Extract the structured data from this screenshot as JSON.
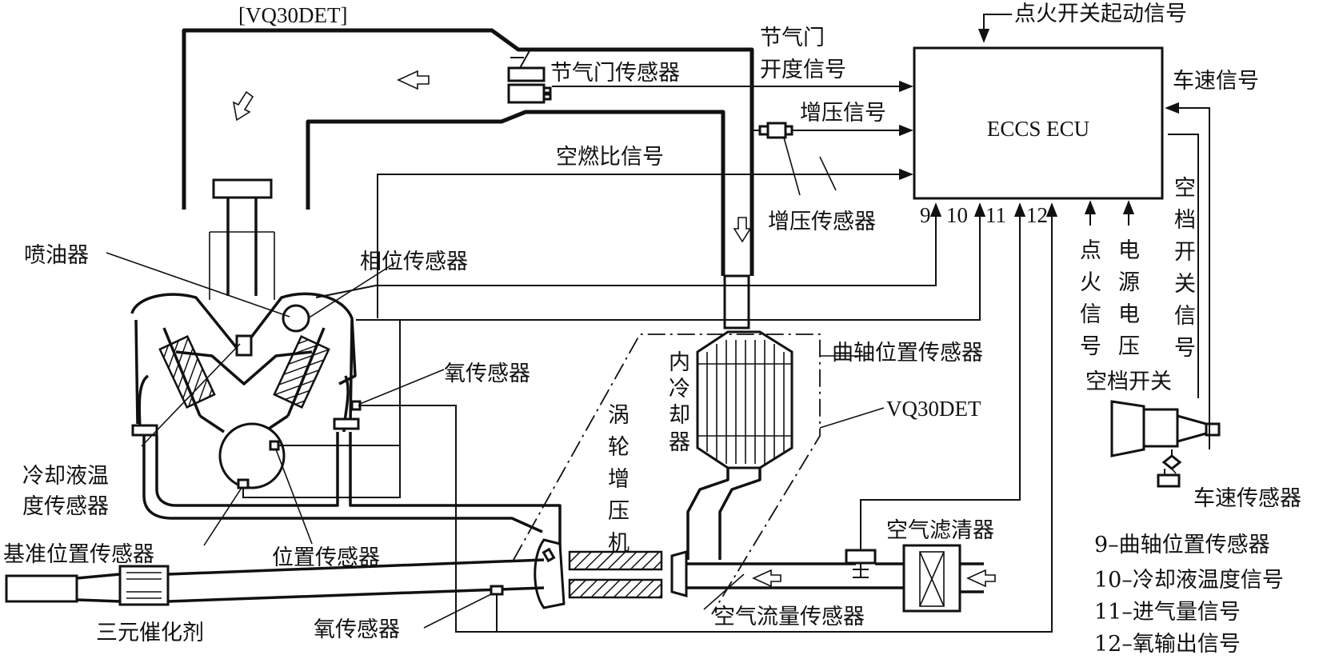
{
  "labels": {
    "model_top": "[VQ30DET]",
    "ignition_start": "点火开关起动信号",
    "throttle_sensor": "节气门传感器",
    "throttle_open_1": "节气门",
    "throttle_open_2": "开度信号",
    "speed_signal": "车速信号",
    "ecu": "ECCS ECU",
    "boost_signal": "增压信号",
    "afr_signal": "空燃比信号",
    "boost_sensor": "增压传感器",
    "pin9": "9",
    "pin10": "10",
    "pin11": "11",
    "pin12": "12",
    "injector": "喷油器",
    "cam_sensor": "相位传感器",
    "o2_sensor_upper": "氧传感器",
    "crank_sensor": "曲轴位置传感器",
    "model_mid": "VQ30DET",
    "intercooler": [
      "内",
      "冷",
      "却",
      "器"
    ],
    "turbo": [
      "涡",
      "轮",
      "增",
      "压",
      "机"
    ],
    "ignition_signal": [
      "点",
      "火",
      "信",
      "号"
    ],
    "power_voltage": [
      "电",
      "源",
      "电",
      "压"
    ],
    "neutral_signal": [
      "空",
      "档",
      "开",
      "关",
      "信",
      "号"
    ],
    "neutral_switch": "空档开关",
    "speed_sensor": "车速传感器",
    "coolant_1": "冷却液温",
    "coolant_2": "度传感器",
    "ref_sensor": "基准位置传感器",
    "pos_sensor": "位置传感器",
    "air_filter": "空气滤清器",
    "catalyst": "三元催化剂",
    "o2_sensor_lower": "氧传感器",
    "airflow_sensor": "空气流量传感器"
  },
  "legend": [
    "9–曲轴位置传感器",
    "10–冷却液温度信号",
    "11–进气量信号",
    "12–氧输出信号"
  ]
}
